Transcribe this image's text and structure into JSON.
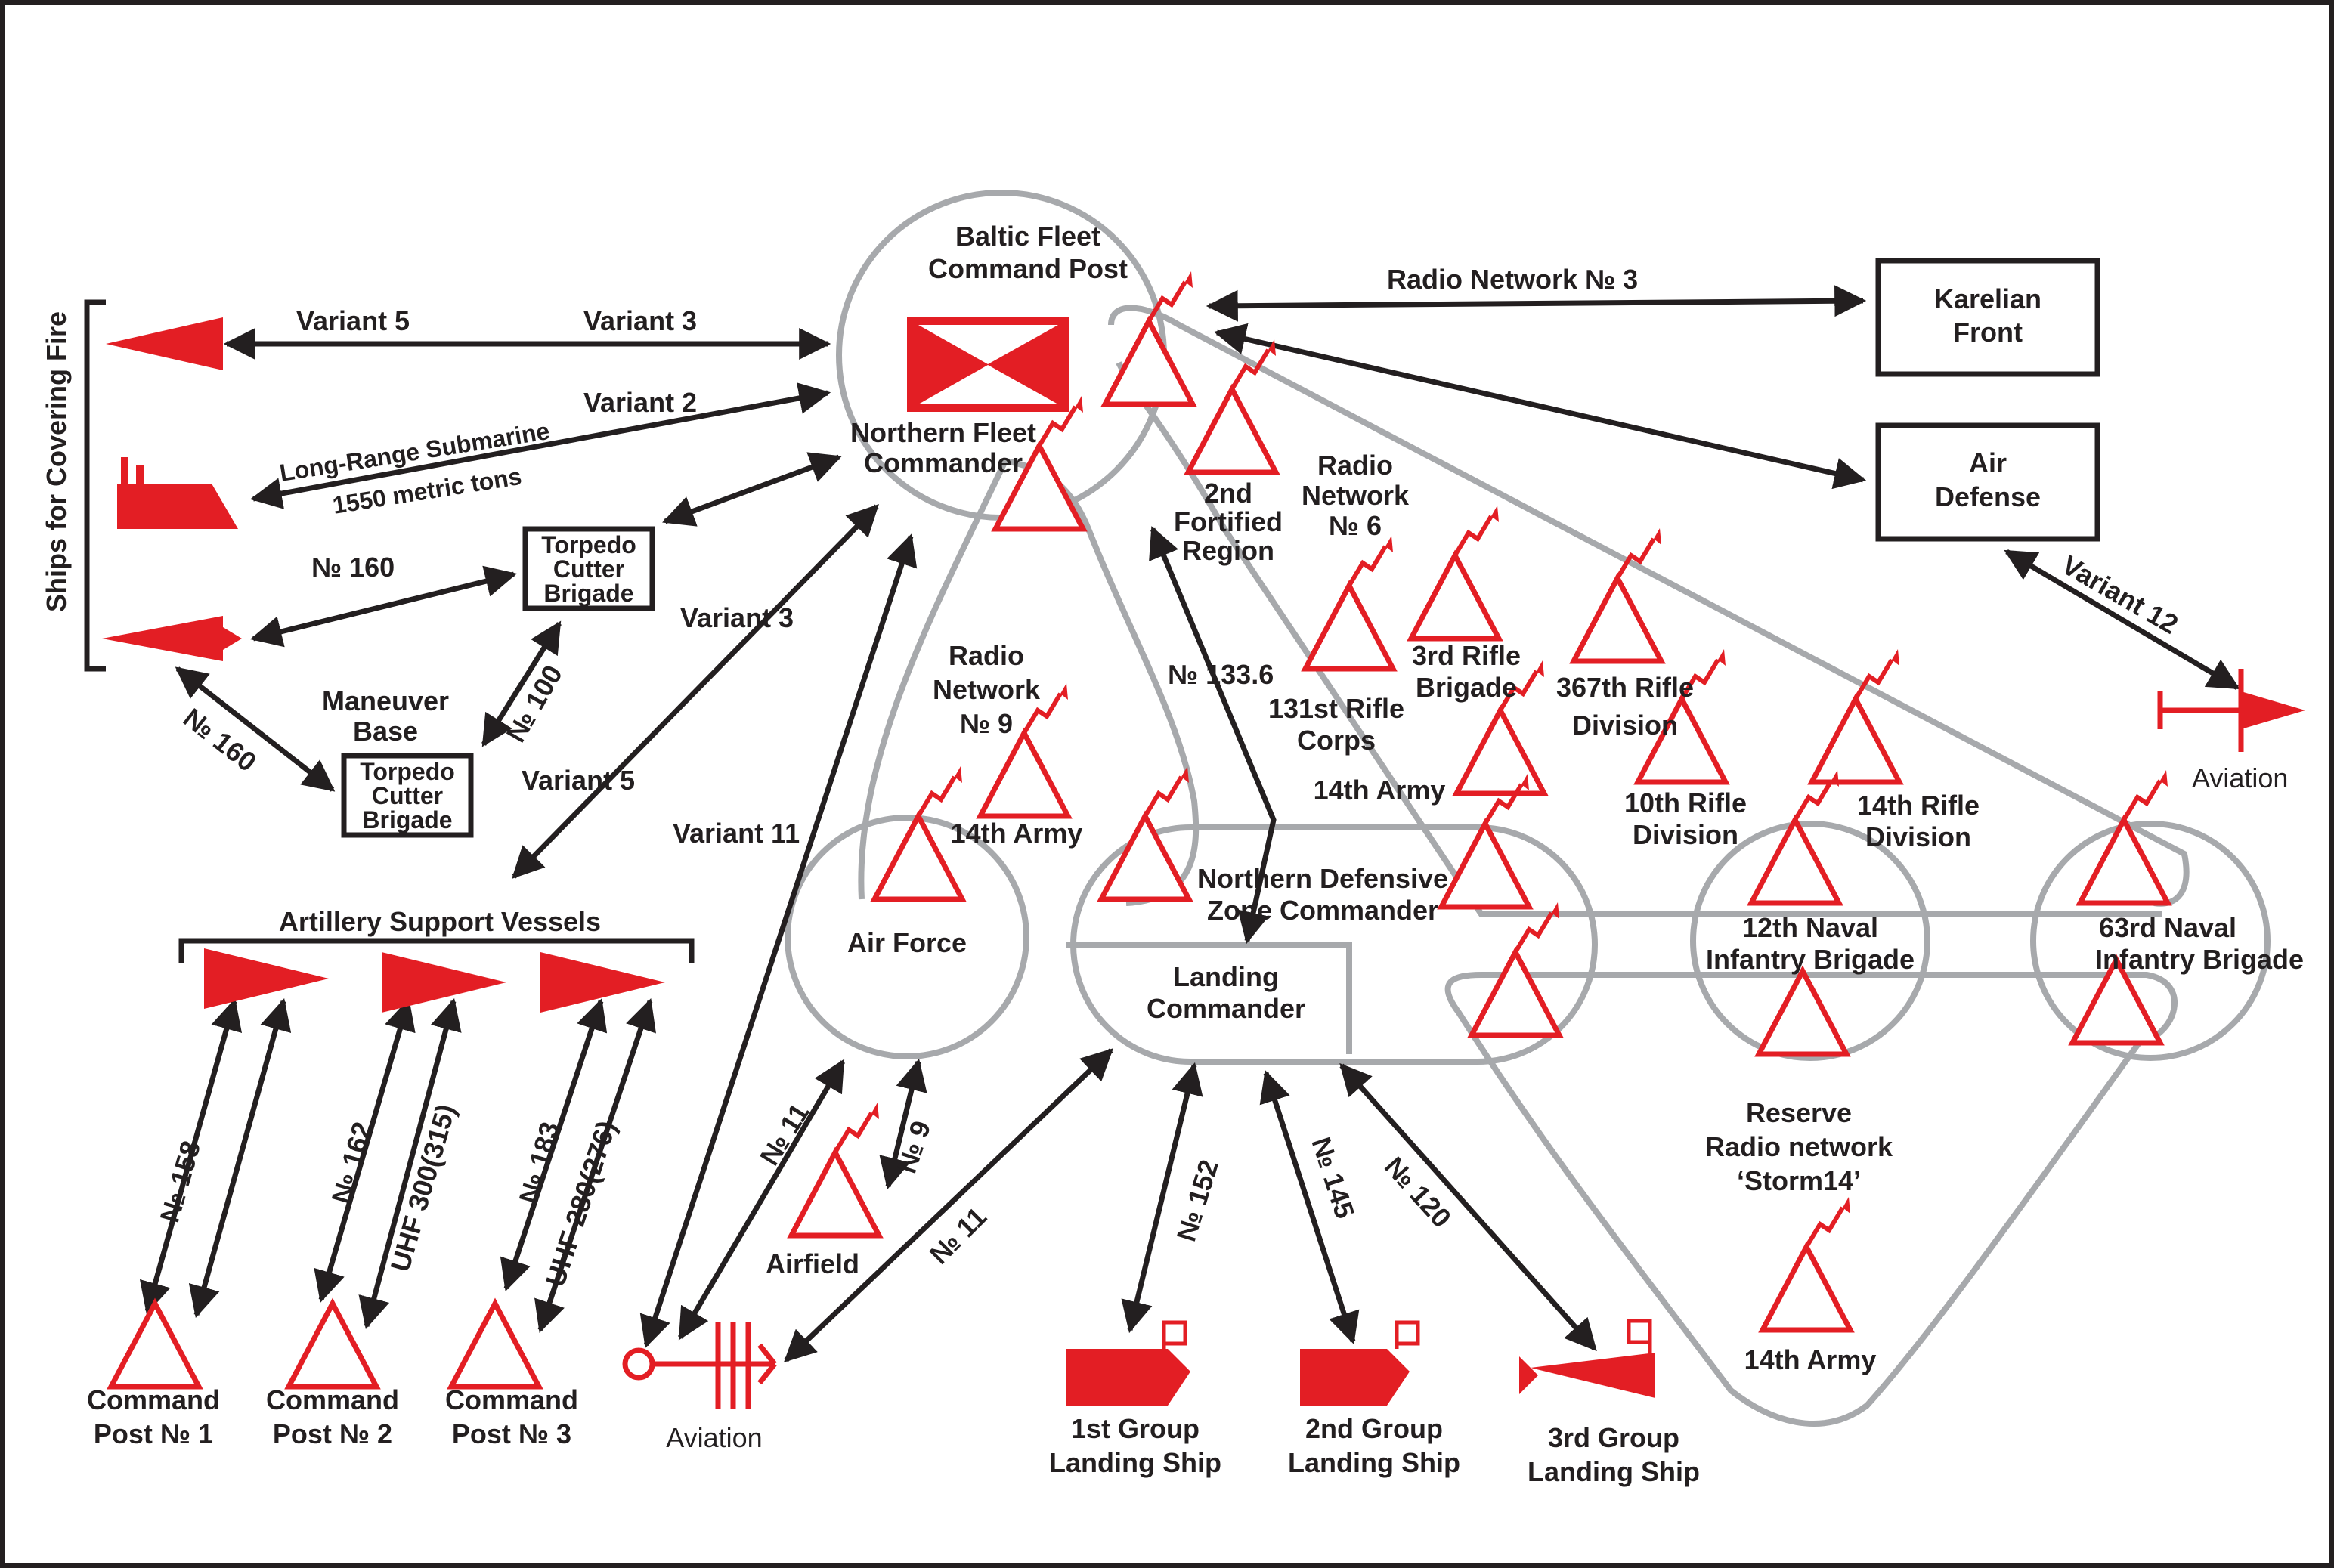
{
  "colors": {
    "red": "#e31e24",
    "gray": "#a7a9ac",
    "black": "#231f20"
  },
  "labels": {
    "ships_covering_fire": "Ships for Covering Fire",
    "variant5_top": "Variant 5",
    "variant3_top": "Variant 3",
    "variant2": "Variant 2",
    "sub_line1": "Long-Range Submarine",
    "sub_line2": "1550 metric tons",
    "no160_a": "№ 160",
    "no160_b": "№ 160",
    "torpedo1": [
      "Torpedo",
      "Cutter",
      "Brigade"
    ],
    "torpedo2": [
      "Torpedo",
      "Cutter",
      "Brigade"
    ],
    "maneuver_base": [
      "Maneuver",
      "Base"
    ],
    "no100": "№ 100",
    "variant3_mid": "Variant 3",
    "variant5_mid": "Variant 5",
    "variant11": "Variant 11",
    "baltic_cp": [
      "Baltic Fleet",
      "Command Post"
    ],
    "nf_commander": [
      "Northern Fleet",
      "Commander"
    ],
    "radio_net3": "Radio Network № 3",
    "karelian": [
      "Karelian",
      "Front"
    ],
    "air_defense": [
      "Air",
      "Defense"
    ],
    "variant12": "Variant 12",
    "aviation_right": "Aviation",
    "fortified": [
      "2nd",
      "Fortified",
      "Region"
    ],
    "radio_net6": [
      "Radio",
      "Network",
      "№ 6"
    ],
    "radio_net9": [
      "Radio",
      "Network",
      "№ 9"
    ],
    "no133_6": "№ 133.6",
    "rifle131": [
      "131st Rifle",
      "Corps"
    ],
    "rifle3": [
      "3rd Rifle",
      "Brigade"
    ],
    "rifle367": [
      "367th Rifle",
      "Division"
    ],
    "army14_a": "14th Army",
    "army14_b": "14th Army",
    "army14_c": "14th Army",
    "div10": [
      "10th Rifle",
      "Division"
    ],
    "div14": [
      "14th Rifle",
      "Division"
    ],
    "air_force": "Air Force",
    "ndz_commander": [
      "Northern Defensive",
      "Zone Commander"
    ],
    "landing_cmdr": [
      "Landing",
      "Commander"
    ],
    "naval12": [
      "12th Naval",
      "Infantry Brigade"
    ],
    "naval63": [
      "63rd Naval",
      "Infantry Brigade"
    ],
    "reserve_net": [
      "Reserve",
      "Radio network",
      "‘Storm14’"
    ],
    "artillery": "Artillery Support Vessels",
    "no158": "№ 158",
    "no162": "№ 162",
    "uhf300": "UHF 300(315)",
    "no183": "№ 183",
    "uhf280": "UHF 280(276)",
    "cp1": [
      "Command",
      "Post № 1"
    ],
    "cp2": [
      "Command",
      "Post № 2"
    ],
    "cp3": [
      "Command",
      "Post № 3"
    ],
    "no11_a": "№ 11",
    "no9": "№ 9",
    "airfield": "Airfield",
    "no11_b": "№ 11",
    "aviation_left": "Aviation",
    "no152": "№ 152",
    "no145": "№ 145",
    "no120": "№ 120",
    "ship1": [
      "1st Group",
      "Landing Ship"
    ],
    "ship2": [
      "2nd Group",
      "Landing Ship"
    ],
    "ship3": [
      "3rd Group",
      "Landing Ship"
    ]
  }
}
